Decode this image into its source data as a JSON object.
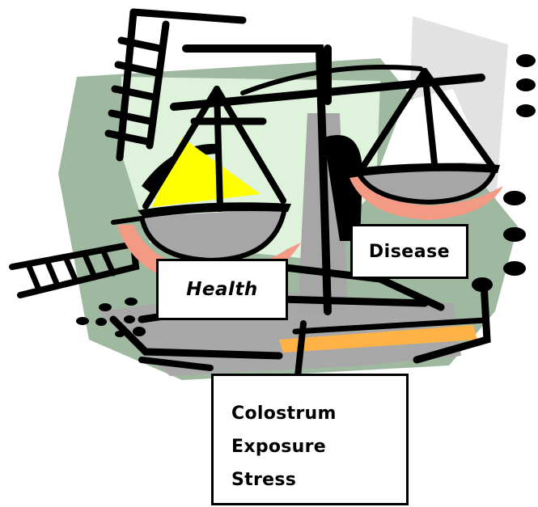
{
  "labels": {
    "left_pan": "Health",
    "right_pan": "Disease"
  },
  "factors": [
    "Colostrum",
    "Exposure",
    "Stress"
  ],
  "colors": {
    "ink": "#000000",
    "sage": "#9fb8a0",
    "mint": "#dff2dc",
    "gray": "#a6a6a6",
    "light_gray": "#e3e3e3",
    "salmon": "#f39a85",
    "yellow": "#ffff00",
    "orange": "#ffb347"
  }
}
